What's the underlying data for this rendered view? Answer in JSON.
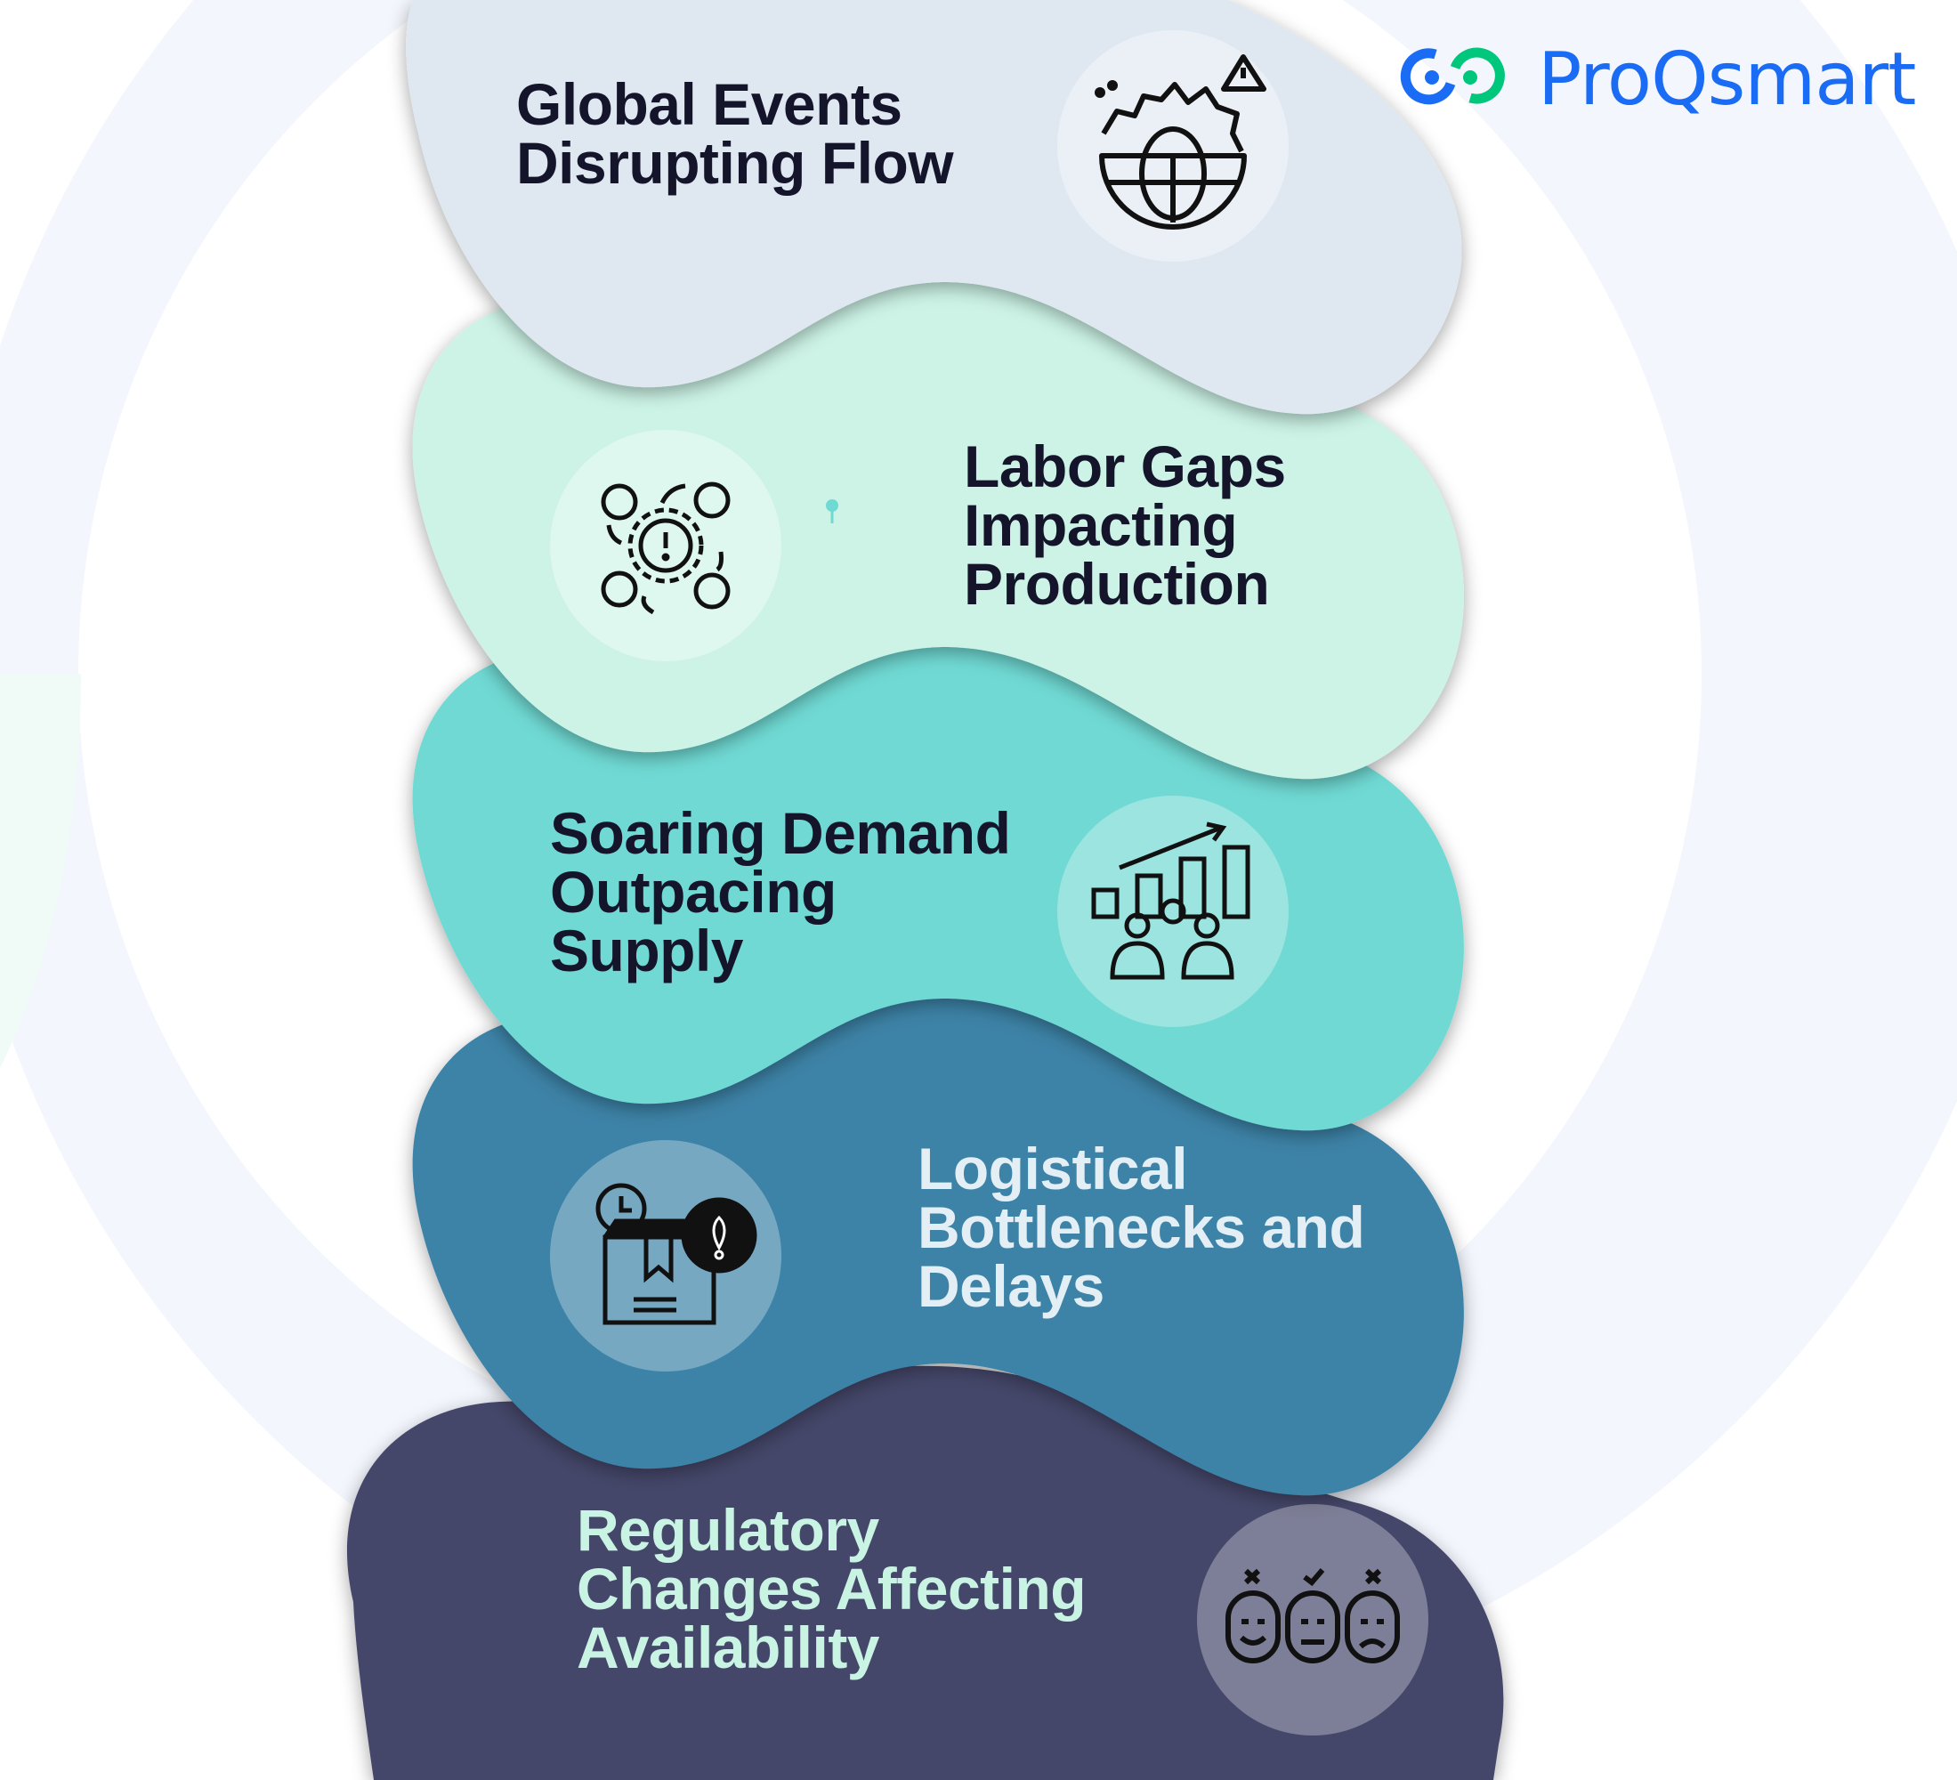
{
  "brand": {
    "name": "ProQsmart",
    "primary_color": "#1a6cf5",
    "secondary_color": "#00c77b"
  },
  "items": [
    {
      "lines": [
        "Global Events",
        "Disrupting Flow"
      ],
      "icon": "globe-gear-warning-icon",
      "fill": "#dfe8f1",
      "text_color": "#14142b"
    },
    {
      "lines": [
        "Labor Gaps",
        "Impacting",
        "Production"
      ],
      "icon": "gear-cycle-alert-icon",
      "fill": "#ccf3e6",
      "text_color": "#14142b"
    },
    {
      "lines": [
        "Soaring Demand",
        "Outpacing",
        "Supply"
      ],
      "icon": "growth-chart-people-icon",
      "fill": "#6fd9d3",
      "text_color": "#14142b"
    },
    {
      "lines": [
        "Logistical",
        "Bottlenecks and",
        "Delays"
      ],
      "icon": "package-delay-alert-icon",
      "fill": "#3d83a7",
      "text_color": "#e3eef5"
    },
    {
      "lines": [
        "Regulatory",
        "Changes Affecting",
        "Availability"
      ],
      "icon": "faces-mood-icon",
      "fill": "#45476b",
      "text_color": "#c9f3e2"
    }
  ]
}
